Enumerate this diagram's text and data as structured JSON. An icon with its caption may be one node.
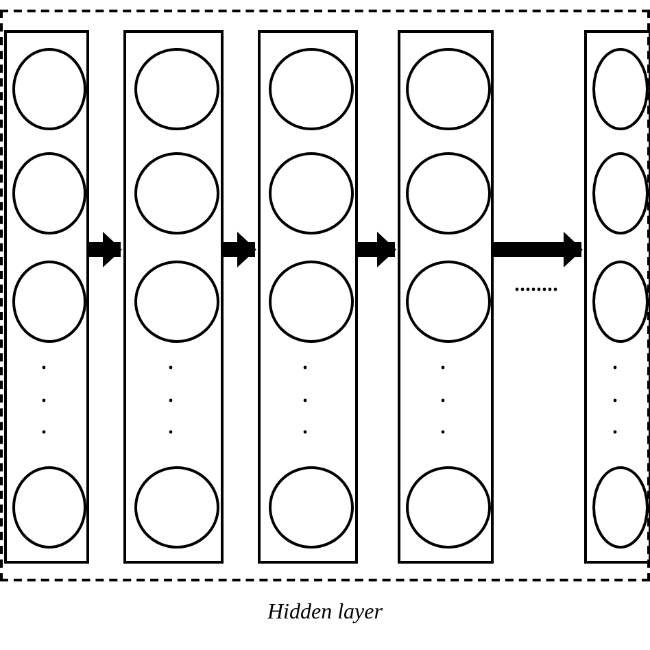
{
  "diagram": {
    "nodes": [
      {
        "text": [
          "Hidden layer"
        ]
      },
      {
        "text": [],
        "shape": "box",
        "in": 0
      },
      {
        "text": [],
        "shape": "circle",
        "in": 1
      },
      {
        "text": [],
        "shape": "circle",
        "in": 1
      },
      {
        "text": [],
        "shape": "circle",
        "in": 1
      },
      {
        "text": [],
        "shape": "circle",
        "in": 1
      },
      {
        "text": [],
        "shape": "box",
        "in": 0
      },
      {
        "text": [],
        "shape": "circle",
        "in": 6
      },
      {
        "text": [],
        "shape": "circle",
        "in": 6
      },
      {
        "text": [],
        "shape": "circle",
        "in": 6
      },
      {
        "text": [],
        "shape": "circle",
        "in": 6
      },
      {
        "text": [],
        "shape": "box",
        "in": 0
      },
      {
        "text": [],
        "shape": "circle",
        "in": 11
      },
      {
        "text": [],
        "shape": "circle",
        "in": 11
      },
      {
        "text": [],
        "shape": "circle",
        "in": 11
      },
      {
        "text": [],
        "shape": "circle",
        "in": 11
      },
      {
        "text": [],
        "shape": "box",
        "in": 0
      },
      {
        "text": [],
        "shape": "circle",
        "in": 16
      },
      {
        "text": [],
        "shape": "circle",
        "in": 16
      },
      {
        "text": [],
        "shape": "circle",
        "in": 16
      },
      {
        "text": [],
        "shape": "circle",
        "in": 16
      },
      {
        "text": [],
        "shape": "box",
        "in": 0
      },
      {
        "text": [],
        "shape": "circle",
        "in": 21
      },
      {
        "text": [],
        "shape": "circle",
        "in": 21
      },
      {
        "text": [],
        "shape": "circle",
        "in": 21
      },
      {
        "text": [],
        "shape": "circle",
        "in": 21
      }
    ],
    "edges": [
      {
        "from": 1,
        "to": 6,
        "arrow": "to"
      },
      {
        "from": 6,
        "to": 11,
        "arrow": "to"
      },
      {
        "from": 11,
        "to": 16,
        "arrow": "to"
      },
      {
        "from": 16,
        "to": 21,
        "arrow": "to"
      }
    ]
  }
}
